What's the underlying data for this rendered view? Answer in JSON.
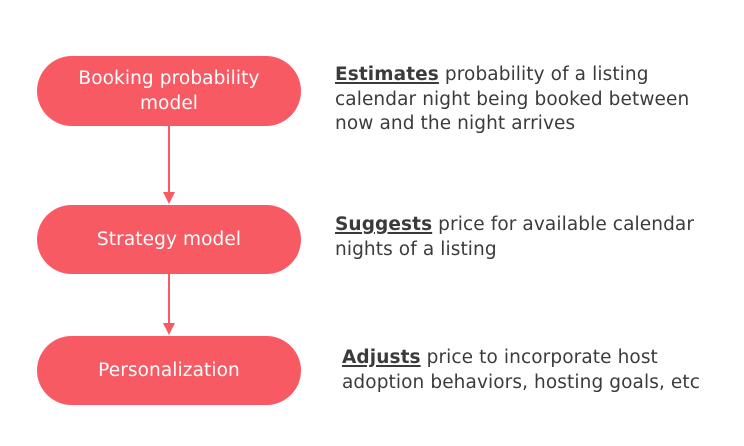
{
  "steps": [
    {
      "label": "Booking probability model",
      "keyword": "Estimates",
      "description": " probability of a listing calendar night being booked between now and the night arrives"
    },
    {
      "label": "Strategy model",
      "keyword": "Suggests",
      "description": " price for available calendar nights of a listing"
    },
    {
      "label": "Personalization",
      "keyword": "Adjusts",
      "description": " price to incorporate host adoption behaviors, hosting goals, etc"
    }
  ],
  "colors": {
    "node_fill": "#f75a63",
    "node_text": "#ffffff",
    "arrow": "#f75a63",
    "body_text": "#3b3b3b"
  }
}
